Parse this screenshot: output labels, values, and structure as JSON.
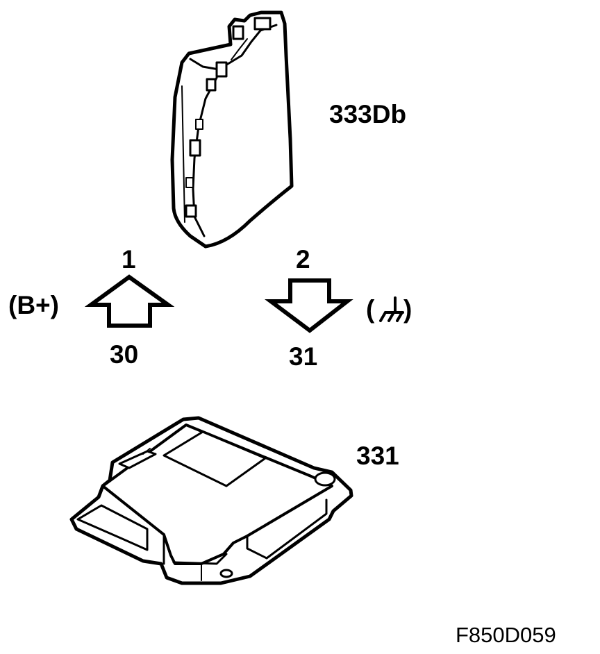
{
  "labels": {
    "top_component": "333Db",
    "bottom_component": "331",
    "pin_left": "1",
    "pin_right": "2",
    "supply_label": "(B+)",
    "terminal_left": "30",
    "terminal_right": "31",
    "figure_code": "F850D059"
  },
  "icons": {
    "ground_symbol": "ground-icon",
    "arrow_up": "arrow-up-icon",
    "arrow_down": "arrow-down-icon"
  },
  "colors": {
    "line": "#000000",
    "background": "#ffffff"
  }
}
